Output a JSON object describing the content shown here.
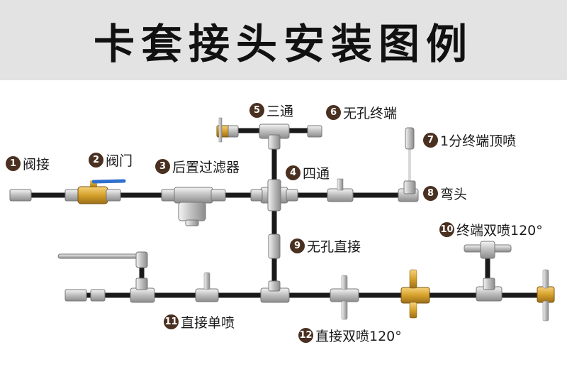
{
  "title": "卡套接头安装图例",
  "colors": {
    "pipe": "#1a1a1a",
    "fitting": "#cfcfcf",
    "brass": "#d6a12b",
    "badge": "#4a3020",
    "banner": "#e3e3e3",
    "handle": "#2f6fcf"
  },
  "labels": [
    {
      "num": "1",
      "text": "阀接"
    },
    {
      "num": "2",
      "text": "阀门"
    },
    {
      "num": "3",
      "text": "后置过滤器"
    },
    {
      "num": "4",
      "text": "四通"
    },
    {
      "num": "5",
      "text": "三通"
    },
    {
      "num": "6",
      "text": "无孔终端"
    },
    {
      "num": "7",
      "text": "1分终端顶喷"
    },
    {
      "num": "8",
      "text": "弯头"
    },
    {
      "num": "9",
      "text": "无孔直接"
    },
    {
      "num": "10",
      "text": "终端双喷120°"
    },
    {
      "num": "11",
      "text": "直接单喷"
    },
    {
      "num": "12",
      "text": "直接双喷120°"
    }
  ]
}
